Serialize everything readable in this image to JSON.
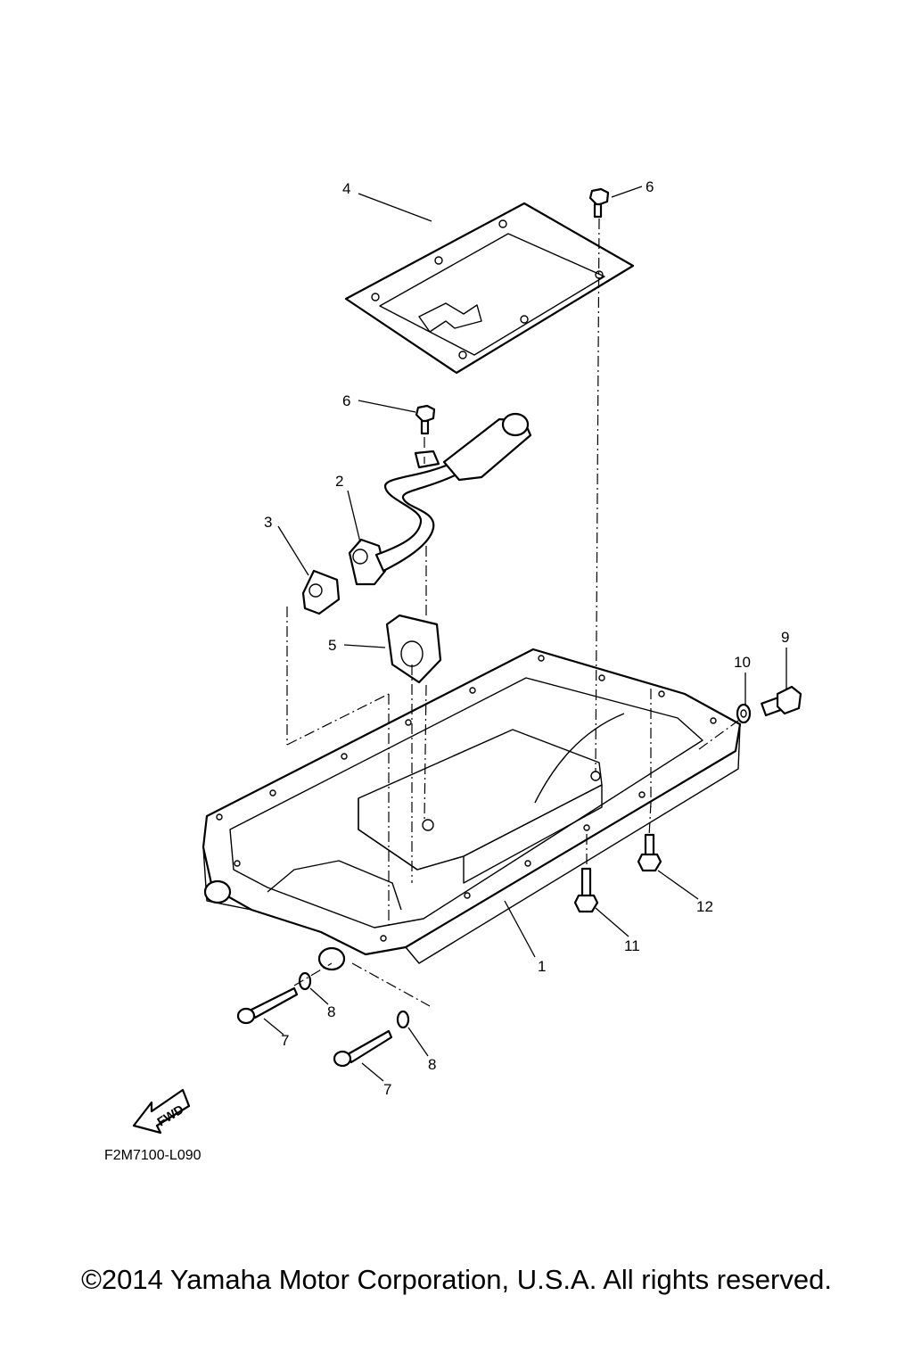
{
  "diagram": {
    "callouts": [
      {
        "id": "c1",
        "text": "1"
      },
      {
        "id": "c2",
        "text": "2"
      },
      {
        "id": "c3",
        "text": "3"
      },
      {
        "id": "c4",
        "text": "4"
      },
      {
        "id": "c5",
        "text": "5"
      },
      {
        "id": "c6a",
        "text": "6"
      },
      {
        "id": "c6b",
        "text": "6"
      },
      {
        "id": "c7a",
        "text": "7"
      },
      {
        "id": "c7b",
        "text": "7"
      },
      {
        "id": "c8a",
        "text": "8"
      },
      {
        "id": "c8b",
        "text": "8"
      },
      {
        "id": "c9",
        "text": "9"
      },
      {
        "id": "c10",
        "text": "10"
      },
      {
        "id": "c11",
        "text": "11"
      },
      {
        "id": "c12",
        "text": "12"
      }
    ],
    "fwd_label": "FWD",
    "drawing_code": "F2M7100-L090"
  },
  "footer": {
    "copyright": "©2014 Yamaha Motor Corporation, U.S.A. All rights reserved."
  }
}
